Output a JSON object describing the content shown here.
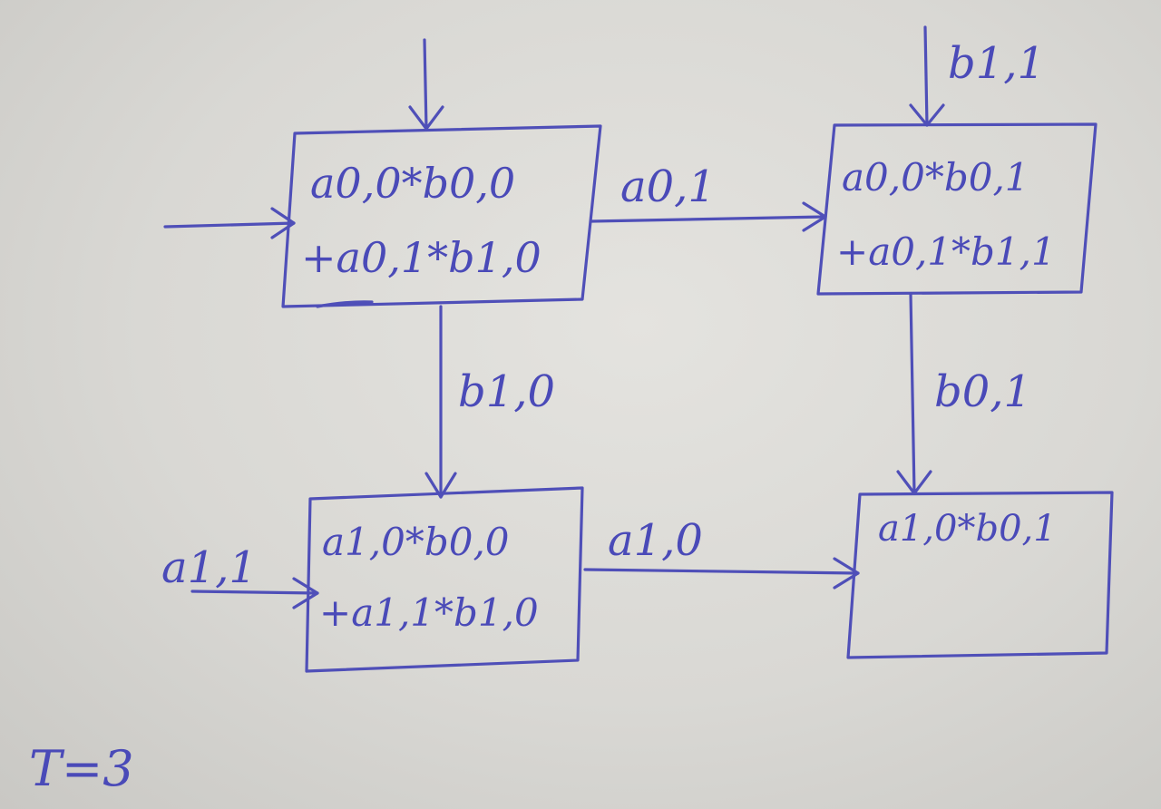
{
  "time_label": "T=3",
  "cells": {
    "p00": {
      "line1": "a0,0*b0,0",
      "line2": "+a0,1*b1,0"
    },
    "p01": {
      "line1": "a0,0*b0,1",
      "line2": "+a0,1*b1,1"
    },
    "p10": {
      "line1": "a1,0*b0,0",
      "line2": "+a1,1*b1,0"
    },
    "p11": {
      "line1": "a1,0*b0,1"
    }
  },
  "edges": {
    "top_input_right": "b1,1",
    "top_to_topright": "a0,1",
    "topleft_to_bottomleft": "b1,0",
    "topright_to_bottomright": "b0,1",
    "left_input_bottom": "a1,1",
    "bottomleft_to_bottomright": "a1,0"
  },
  "colors": {
    "ink": "#4f4fb8",
    "paper": "#dedddb"
  }
}
